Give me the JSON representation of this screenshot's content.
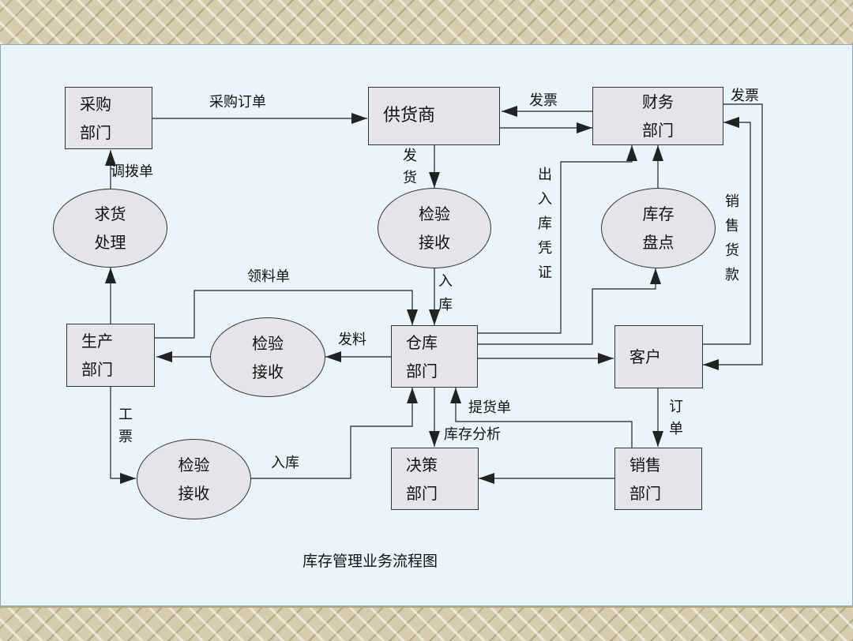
{
  "nodes": {
    "purchasing": "采购\n部门",
    "supplier": "供货商",
    "finance": "财务\n部门",
    "demand": "求货\n处理",
    "inspect_top": "检验\n接收",
    "inventory_check": "库存\n盘点",
    "production": "生产\n部门",
    "inspect_mid": "检验\n接收",
    "warehouse": "仓库\n部门",
    "customer": "客户",
    "inspect_bottom": "检验\n接收",
    "decision": "决策\n部门",
    "sales": "销售\n部门"
  },
  "labels": {
    "purchase_order": "采购订单",
    "invoice_supplier": "发票",
    "invoice_customer": "发票",
    "transfer_slip": "调拨单",
    "ship": "发\n货",
    "in_out_voucher": "出\n入\n库\n凭\n证",
    "sales_payment": "销\n售\n货\n款",
    "material_requisition": "领料单",
    "inbound_top": "入\n库",
    "issue_material": "发料",
    "work_ticket": "工\n票",
    "delivery_note": "提货单",
    "inventory_analysis": "库存分析",
    "order": "订\n单",
    "inbound_bottom": "入库"
  },
  "caption": "库存管理业务流程图",
  "colors": {
    "background": "#e9f5fb",
    "node_fill": "#e5e5e9",
    "line": "#222222"
  }
}
